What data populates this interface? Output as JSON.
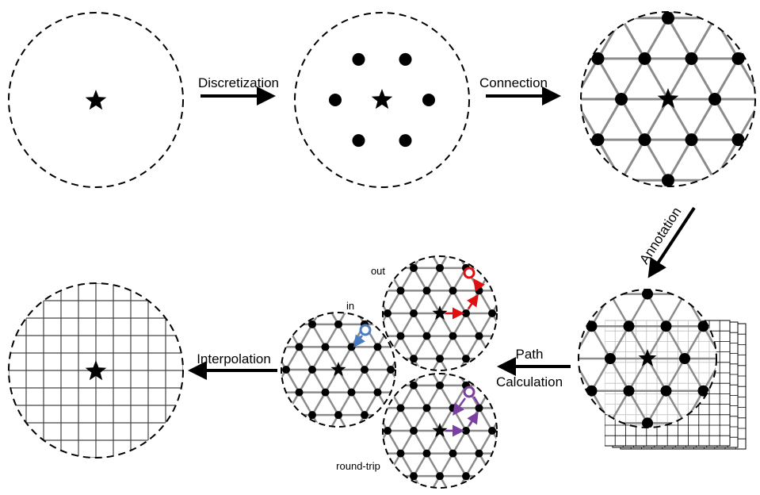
{
  "diagram": {
    "steps": {
      "discretization": "Discretization",
      "connection": "Connection",
      "annotation": "Annotation",
      "path_line1": "Path",
      "path_line2": "Calculation",
      "interpolation": "Interpolation"
    },
    "path_types": {
      "out": "out",
      "in": "in",
      "round_trip": "round-trip"
    },
    "colors": {
      "in": "#4a7cc4",
      "out": "#e01010",
      "round_trip": "#7a3fa0",
      "edge": "#8c8c8c",
      "node": "#000000"
    }
  }
}
